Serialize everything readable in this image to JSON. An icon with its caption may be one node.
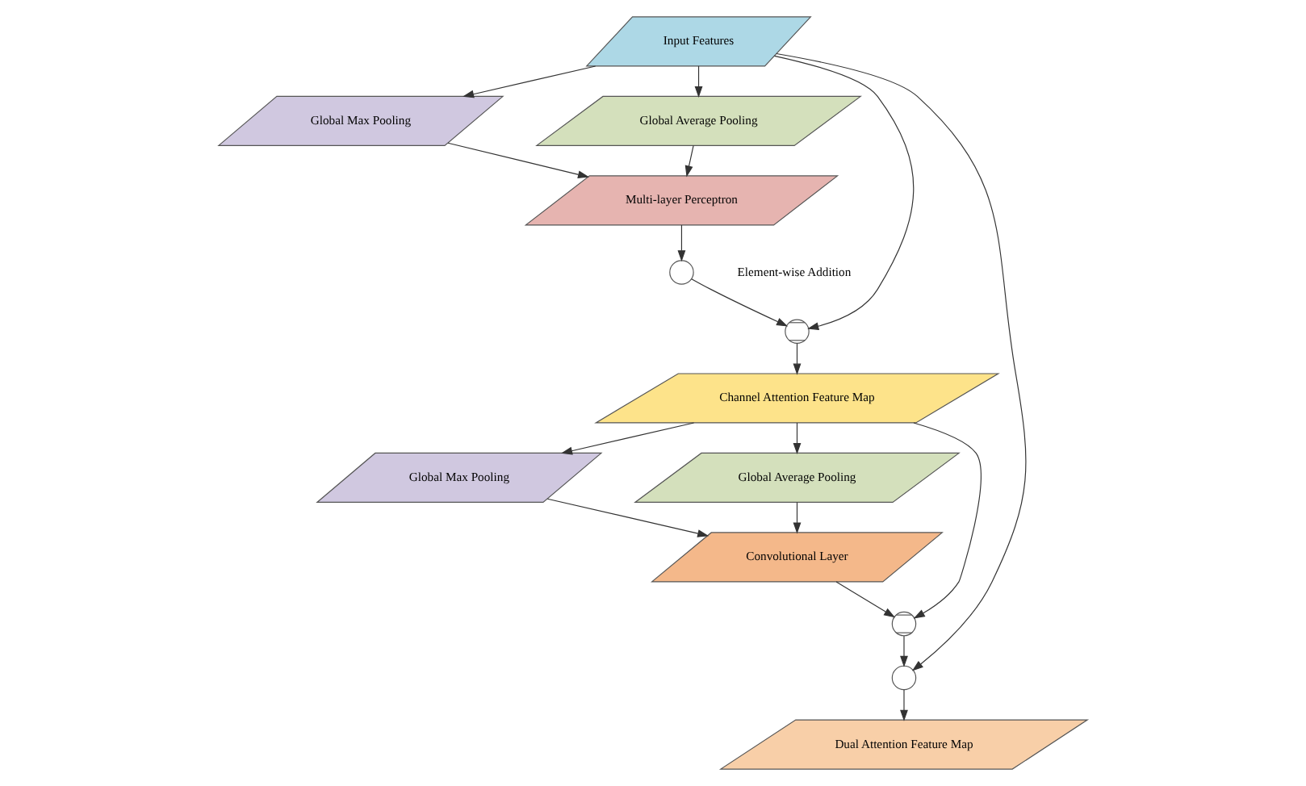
{
  "diagram": {
    "nodes": [
      {
        "text": [
          "Input Features"
        ]
      },
      {
        "text": [
          "Global Max Pooling"
        ]
      },
      {
        "text": [
          "Global Average Pooling"
        ]
      },
      {
        "text": [
          "Multi-layer Perceptron"
        ]
      },
      {
        "text": [],
        "shape": "oplus",
        "beside": [
          "Element-wise Addition"
        ]
      },
      {
        "text": [],
        "shape": "otimes"
      },
      {
        "text": [
          "Channel Attention Feature Map"
        ]
      },
      {
        "text": [
          "Global Max Pooling"
        ]
      },
      {
        "text": [
          "Global Average Pooling"
        ]
      },
      {
        "text": [
          "Convolutional Layer"
        ]
      },
      {
        "text": [],
        "shape": "otimes"
      },
      {
        "text": [],
        "shape": "oplus"
      },
      {
        "text": [
          "Dual Attention Feature Map"
        ]
      }
    ],
    "edges": [
      {
        "from": 0,
        "to": 1,
        "arrow": "to"
      },
      {
        "from": 0,
        "to": 2,
        "arrow": "to"
      },
      {
        "from": 1,
        "to": 3,
        "arrow": "to"
      },
      {
        "from": 2,
        "to": 3,
        "arrow": "to"
      },
      {
        "from": 3,
        "to": 4,
        "arrow": "to"
      },
      {
        "from": 4,
        "to": 5,
        "arrow": "to"
      },
      {
        "from": 0,
        "to": 5,
        "arrow": "to"
      },
      {
        "from": 5,
        "to": 6,
        "arrow": "to"
      },
      {
        "from": 6,
        "to": 7,
        "arrow": "to"
      },
      {
        "from": 6,
        "to": 8,
        "arrow": "to"
      },
      {
        "from": 7,
        "to": 9,
        "arrow": "to"
      },
      {
        "from": 8,
        "to": 9,
        "arrow": "to"
      },
      {
        "from": 9,
        "to": 10,
        "arrow": "to"
      },
      {
        "from": 6,
        "to": 10,
        "arrow": "to"
      },
      {
        "from": 10,
        "to": 11,
        "arrow": "to"
      },
      {
        "from": 0,
        "to": 11,
        "arrow": "to"
      },
      {
        "from": 11,
        "to": 12,
        "arrow": "to"
      }
    ]
  }
}
